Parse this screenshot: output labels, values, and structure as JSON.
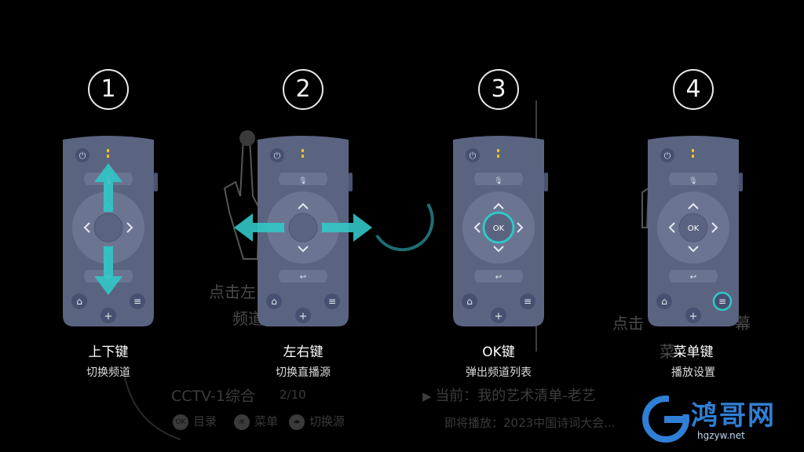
{
  "background": {
    "hint_left_1": "点击左",
    "hint_left_2": "频道",
    "hint_right_1": "点击",
    "hint_right_2": "幕",
    "hint_right_3": "菜",
    "channel_name": "CCTV-1综合",
    "channel_index": "2/10",
    "now_playing": "当前：我的艺术清单-老艺",
    "up_next": "即将播放：2023中国诗词大会...",
    "legend_ok_badge": "OK",
    "legend_ok_label": "目录",
    "legend_menu_label": "菜单",
    "legend_switch_label": "切换源"
  },
  "steps": [
    {
      "number": "1",
      "title": "上下键",
      "desc": "切换频道",
      "highlight": "up-down"
    },
    {
      "number": "2",
      "title": "左右键",
      "desc": "切换直播源",
      "highlight": "left-right"
    },
    {
      "number": "3",
      "title": "OK键",
      "desc": "弹出频道列表",
      "highlight": "ok"
    },
    {
      "number": "4",
      "title": "菜单键",
      "desc": "播放设置",
      "highlight": "menu"
    }
  ],
  "remote": {
    "ok_label": "OK",
    "plus_label": "+"
  },
  "watermark": {
    "brand": "鸿哥网",
    "url": "hgzyw.net"
  },
  "colors": {
    "remote_body": "#5a6480",
    "accent_cyan": "#32c6c6",
    "indicator_yellow": "#f0c020"
  }
}
